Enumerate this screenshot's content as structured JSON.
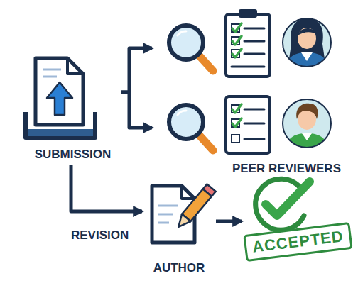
{
  "diagram": {
    "nodes": [
      {
        "text": [
          "SUBMISSION"
        ]
      },
      {
        "text": [
          "PEER REVIEWERS"
        ]
      },
      {
        "text": [
          "AUTHOR"
        ]
      },
      {
        "text": [
          "ACCEPTED"
        ]
      }
    ],
    "edges": [
      {
        "from": 0,
        "to": 1,
        "arrow": "to"
      },
      {
        "from": 0,
        "to": 2,
        "label": "REVISION",
        "arrow": "to"
      },
      {
        "from": 2,
        "to": 3,
        "arrow": "to"
      }
    ]
  }
}
